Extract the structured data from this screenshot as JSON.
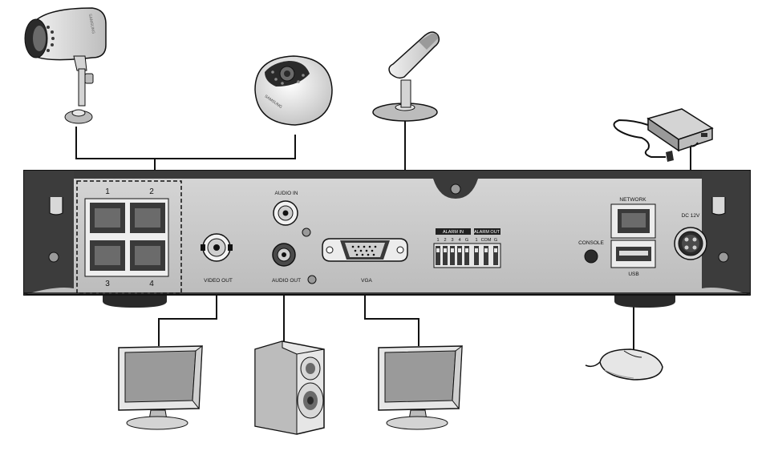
{
  "labels": {
    "port_1": "1",
    "port_2": "2",
    "port_3": "3",
    "port_4": "4",
    "audio_in": "AUDIO IN",
    "video_out": "VIDEO OUT",
    "audio_out": "AUDIO OUT",
    "vga": "VGA",
    "alarm_in": "ALARM IN",
    "alarm_out": "ALARM OUT",
    "alarm_in_pins": [
      "1",
      "2",
      "3",
      "4",
      "G"
    ],
    "alarm_out_pins": [
      "1",
      "COM",
      "G"
    ],
    "console": "CONSOLE",
    "network": "NETWORK",
    "usb": "USB",
    "dc": "DC 12V"
  },
  "camera_brand": "SAMSUNG",
  "colors": {
    "panel": "#c9c9c9",
    "panel_dark": "#3c3c3c",
    "line": "#111111",
    "device_light": "#e6e6e6",
    "device_mid": "#bdbdbd",
    "screen": "#9a9a9a"
  },
  "icons": [
    "bullet-camera-icon",
    "dome-camera-icon",
    "microphone-icon",
    "power-adapter-icon",
    "monitor-icon",
    "speaker-icon",
    "mouse-icon"
  ]
}
